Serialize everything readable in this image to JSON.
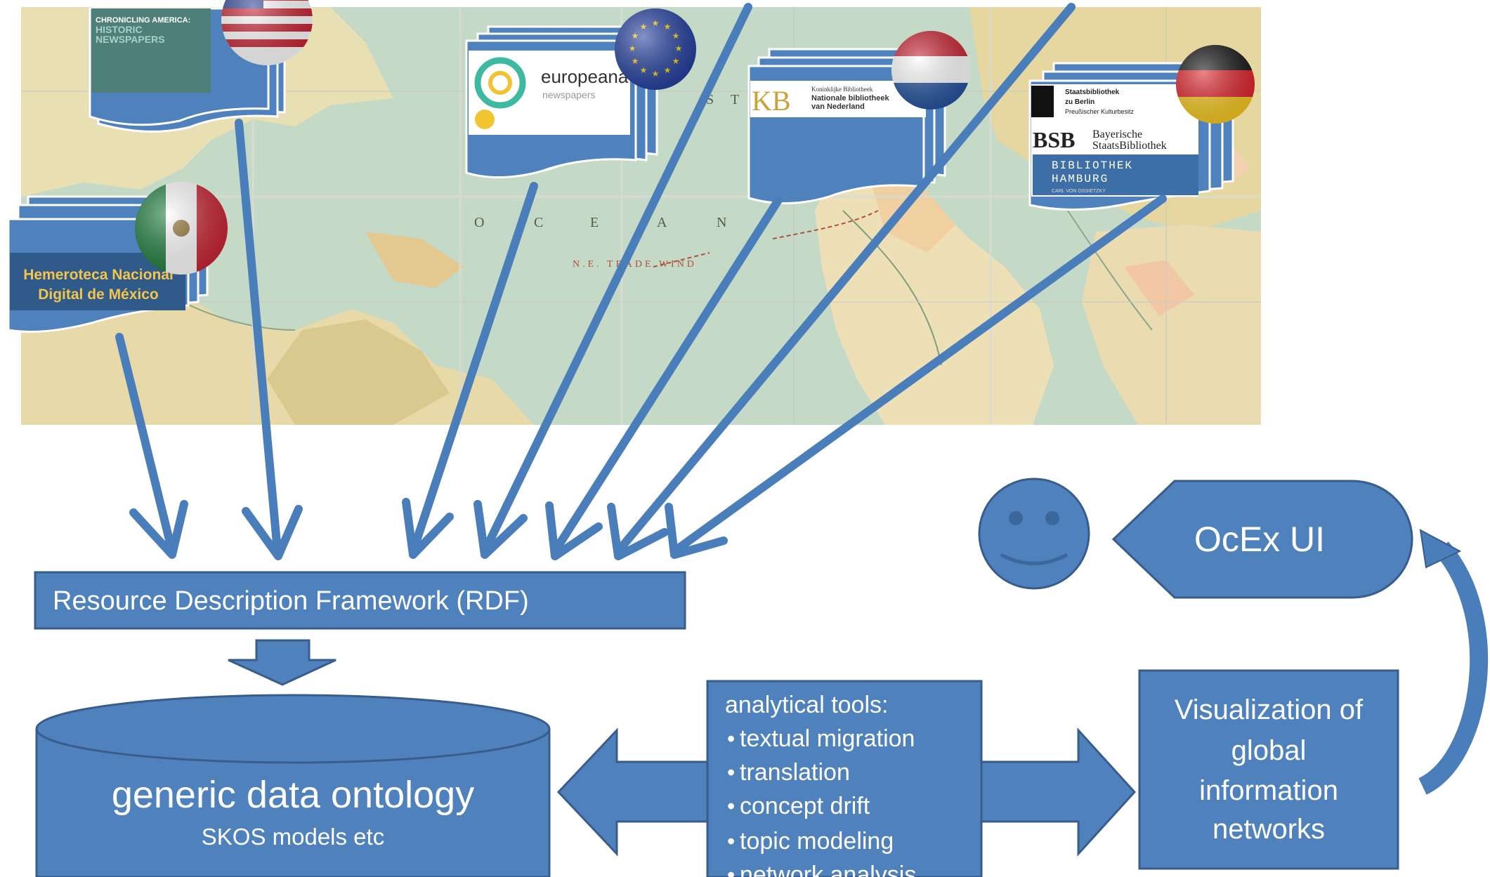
{
  "sources": {
    "usa": {
      "title_line1": "CHRONICLING AMERICA:",
      "title_line2": "HISTORIC",
      "title_line3": "NEWSPAPERS"
    },
    "europeana": {
      "name": "europeana",
      "sub": "newspapers"
    },
    "kb": {
      "logo": "KB",
      "line1": "Koninklijke Bibliotheek",
      "line2": "Nationale bibliotheek",
      "line3": "van Nederland"
    },
    "germany": {
      "sb_line1": "Staatsbibliothek",
      "sb_line2": "zu Berlin",
      "sb_line3": "Preußischer Kulturbesitz",
      "bsb_logo": "BSB",
      "bsb_line1": "Bayerische",
      "bsb_line2": "StaatsBibliothek",
      "hh_line1": "BIBLIOTHEK",
      "hh_line2": "HAMBURG",
      "hh_line3": "CARL VON OSSIETZKY"
    },
    "mexico": {
      "line1": "Hemeroteca Nacional",
      "line2": "Digital de México"
    }
  },
  "map": {
    "words": [
      "O",
      "C",
      "E",
      "A",
      "N",
      "S",
      "T",
      "N.E. TRADE WIND"
    ]
  },
  "rdf": {
    "label": "Resource Description Framework (RDF)"
  },
  "ontology": {
    "title": "generic data ontology",
    "subtitle": "SKOS models etc"
  },
  "tools": {
    "heading": "analytical tools:",
    "items": [
      "textual migration",
      "translation",
      "concept drift",
      "topic modeling",
      "network analysis"
    ]
  },
  "visualization": {
    "lines": [
      "Visualization of",
      "global",
      "information",
      "networks"
    ]
  },
  "ui": {
    "label": "OcEx UI"
  },
  "colors": {
    "shape_fill": "#4f81bd",
    "shape_border": "#385d8a",
    "arrow": "#4a7ebb",
    "map_sea": "#b9d3c4",
    "map_land": "#e9dcae"
  }
}
